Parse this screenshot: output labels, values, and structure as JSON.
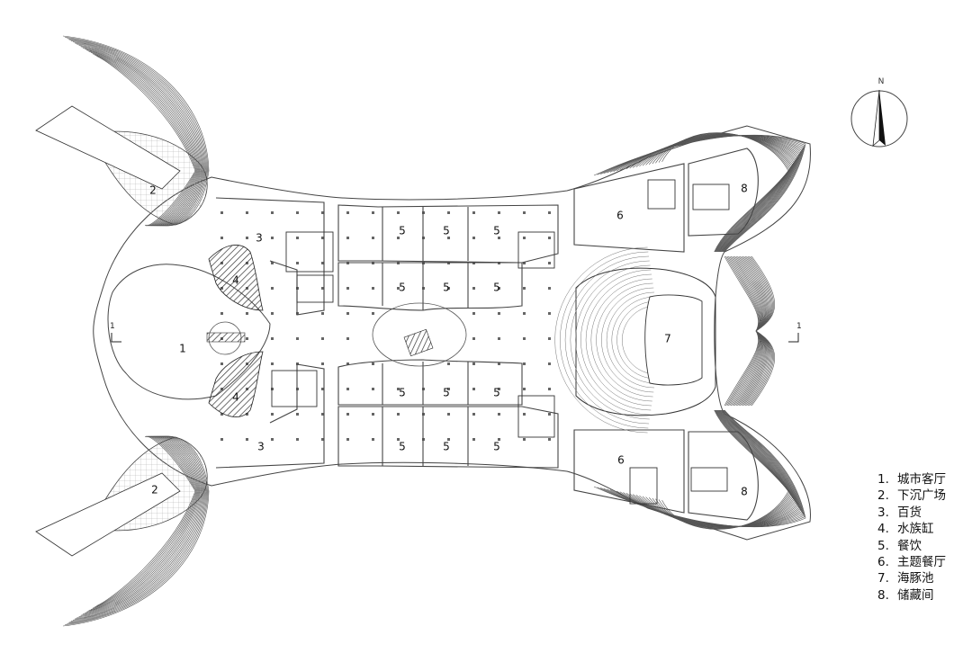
{
  "compass": {
    "letter": "N"
  },
  "section_marker": "1",
  "zones": [
    {
      "num": "1",
      "cx": 0,
      "cy": 0
    },
    {
      "num": "2"
    },
    {
      "num": "2"
    },
    {
      "num": "3"
    },
    {
      "num": "3"
    },
    {
      "num": "4"
    },
    {
      "num": "4"
    },
    {
      "num": "5"
    },
    {
      "num": "5"
    },
    {
      "num": "5"
    },
    {
      "num": "5"
    },
    {
      "num": "5"
    },
    {
      "num": "5"
    },
    {
      "num": "5"
    },
    {
      "num": "5"
    },
    {
      "num": "5"
    },
    {
      "num": "5"
    },
    {
      "num": "5"
    },
    {
      "num": "5"
    },
    {
      "num": "6"
    },
    {
      "num": "6"
    },
    {
      "num": "7"
    },
    {
      "num": "8"
    },
    {
      "num": "8"
    }
  ],
  "legend": [
    {
      "num": "1.",
      "label": "城市客厅"
    },
    {
      "num": "2.",
      "label": "下沉广场"
    },
    {
      "num": "3.",
      "label": "百货"
    },
    {
      "num": "4.",
      "label": "水族缸"
    },
    {
      "num": "5.",
      "label": "餐饮"
    },
    {
      "num": "6.",
      "label": "主题餐厅"
    },
    {
      "num": "7.",
      "label": "海豚池"
    },
    {
      "num": "8.",
      "label": "储藏间"
    }
  ]
}
